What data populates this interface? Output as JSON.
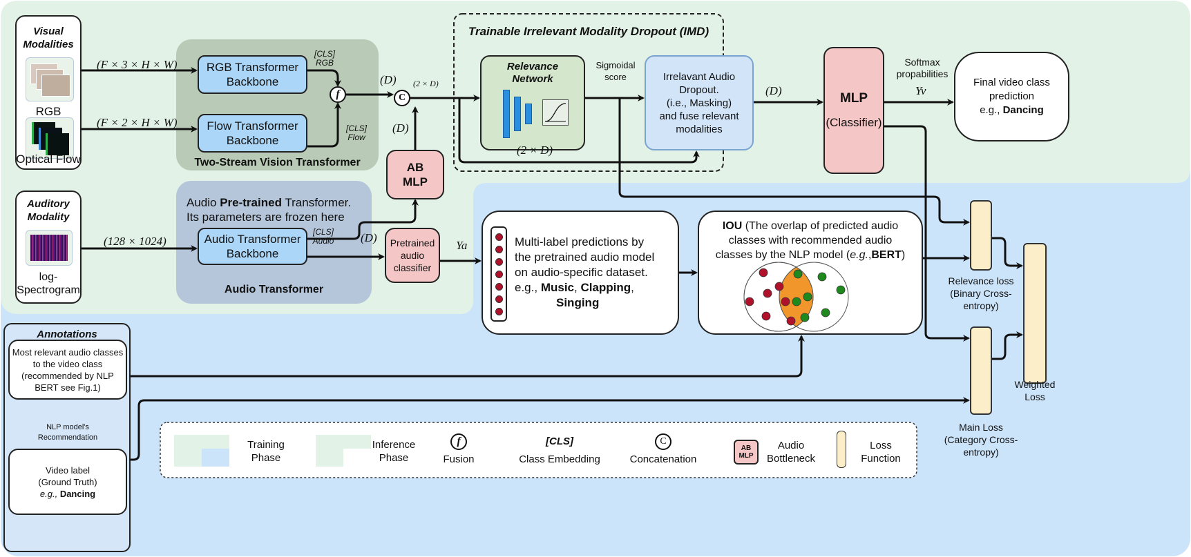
{
  "colors": {
    "training_green": "#e2f2e6",
    "inference_blue": "#cce4fa",
    "transformer_green": "#b9cbb6",
    "transformer_blue": "#b5c5da",
    "backbone_blue": "#abd6f7",
    "mlp_pink": "#f5c6c6",
    "loss_beige": "#fbeec8",
    "iou_orange": "#f0962a",
    "dot_red": "#b0112b",
    "dot_green": "#1e8a1e"
  },
  "visual": {
    "title": "Visual Modalities",
    "rgb_label": "RGB",
    "flow_label": "Optical Flow",
    "rgb_dim": "(F × 3 × H × W)",
    "flow_dim": "(F × 2 × H × W)"
  },
  "two_stream": {
    "title": "Two-Stream Vision Transformer",
    "rgb_backbone": "RGB Transformer Backbone",
    "flow_backbone": "Flow Transformer Backbone",
    "cls_rgb": "[CLS]",
    "cls_rgb_sub": "RGB",
    "cls_flow": "[CLS]",
    "cls_flow_sub": "Flow",
    "fusion_symbol": "f"
  },
  "concat": {
    "symbol": "C",
    "d_in": "(D)",
    "d_from_ab": "(D)",
    "out": "(2 × D)"
  },
  "ab_mlp": {
    "line1": "AB",
    "line2": "MLP"
  },
  "imd": {
    "title": "Trainable Irrelevant Modality Dropout (IMD)",
    "relevance_network": "Relevance Network",
    "sigmoid_label": "Sigmoidal score",
    "dropout_lines": [
      "Irrelavant Audio",
      "Dropout.",
      "(i.e., Masking)",
      "and fuse relevant",
      "modalities"
    ],
    "skip_dim": "(2 × D)",
    "out_dim": "(D)"
  },
  "mlp": {
    "title": "MLP",
    "subtitle": "(Classifier)"
  },
  "softmax": {
    "line1": "Softmax",
    "line2": "propabilities",
    "symbol": "Yv"
  },
  "final": {
    "line1": "Final video class",
    "line2": "prediction",
    "line3_prefix": "e.g., ",
    "line3_bold": "Dancing"
  },
  "auditory": {
    "title": "Auditory Modality",
    "spectrogram_label": "log-Spectrogram",
    "dim": "(128 × 1024)"
  },
  "audio_transformer": {
    "caption_pre": "Audio ",
    "caption_bold": "Pre-trained",
    "caption_post": " Transformer.",
    "caption2": "Its parameters are frozen here",
    "title": "Audio Transformer",
    "backbone": "Audio Transformer Backbone",
    "cls": "[CLS]",
    "cls_sub": "Audio",
    "d": "(D)"
  },
  "pretrained_classifier": {
    "label": "Pretrained audio classifier",
    "symbol": "Ya"
  },
  "multilabel": {
    "lines": [
      "Multi-label predictions by",
      "the pretrained audio model",
      "on audio-specific dataset."
    ],
    "example_prefix": "e.g., ",
    "music": "Music",
    "clapping": "Clapping",
    "singing": "Singing"
  },
  "iou": {
    "bold": "IOU",
    "text1": " (The overlap of predicted audio",
    "text2": "classes with recommended audio",
    "text3_pre": "classes by the NLP model (",
    "text3_eg": "e.g.",
    "text3_bold": "BERT",
    "text3_post": ")"
  },
  "losses": {
    "relevance": [
      "Relevance loss",
      "(Binary Cross-",
      "entropy)"
    ],
    "main": [
      "Main Loss",
      "(Category Cross-",
      "entropy)"
    ],
    "weighted": [
      "Weighted",
      "Loss"
    ]
  },
  "annotations": {
    "title": "Annotations",
    "relevant_classes": "Most relevant audio classes to the video class (recommended by NLP BERT see Fig.1)",
    "nlp_rec": [
      "NLP model's",
      "Recommendation"
    ],
    "video_label": [
      "Video label",
      "(Ground Truth)"
    ],
    "video_eg_prefix": "e.g., ",
    "video_eg_bold": "Dancing"
  },
  "legend": {
    "training": [
      "Training",
      "Phase"
    ],
    "inference": [
      "Inference",
      "Phase"
    ],
    "fusion_symbol": "f",
    "fusion": "Fusion",
    "cls_symbol": "[CLS]",
    "cls": "Class Embedding",
    "concat_symbol": "C",
    "concat": "Concatenation",
    "ab_icon": [
      "AB",
      "MLP"
    ],
    "ab": [
      "Audio",
      "Bottleneck"
    ],
    "loss": [
      "Loss",
      "Function"
    ]
  }
}
